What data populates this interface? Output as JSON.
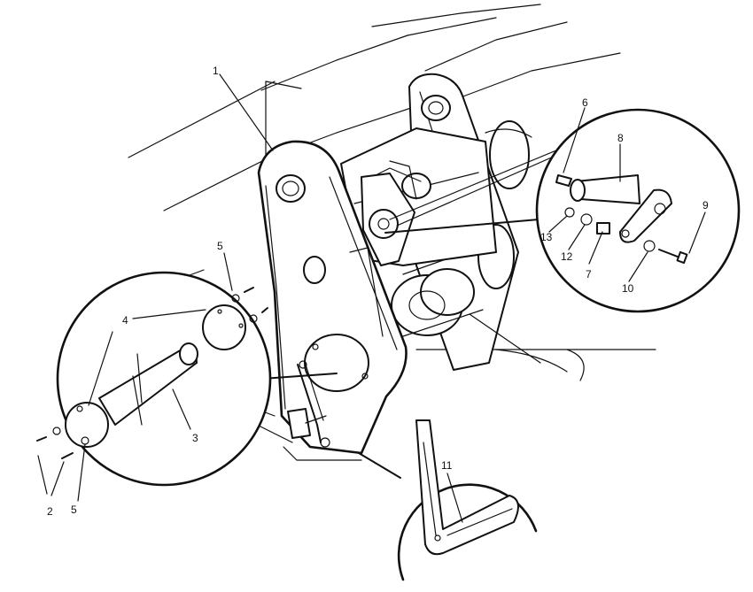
{
  "callouts": [
    {
      "id": "c1",
      "text": "1"
    },
    {
      "id": "c2",
      "text": "2"
    },
    {
      "id": "c3",
      "text": "3"
    },
    {
      "id": "c4",
      "text": "4"
    },
    {
      "id": "c5a",
      "text": "5"
    },
    {
      "id": "c5b",
      "text": "5"
    },
    {
      "id": "c6",
      "text": "6"
    },
    {
      "id": "c7",
      "text": "7"
    },
    {
      "id": "c8",
      "text": "8"
    },
    {
      "id": "c9",
      "text": "9"
    },
    {
      "id": "c10",
      "text": "10"
    },
    {
      "id": "c11",
      "text": "11"
    },
    {
      "id": "c12",
      "text": "12"
    },
    {
      "id": "c13",
      "text": "13"
    }
  ],
  "colors": {
    "ink": "#111111",
    "paper": "#ffffff"
  }
}
